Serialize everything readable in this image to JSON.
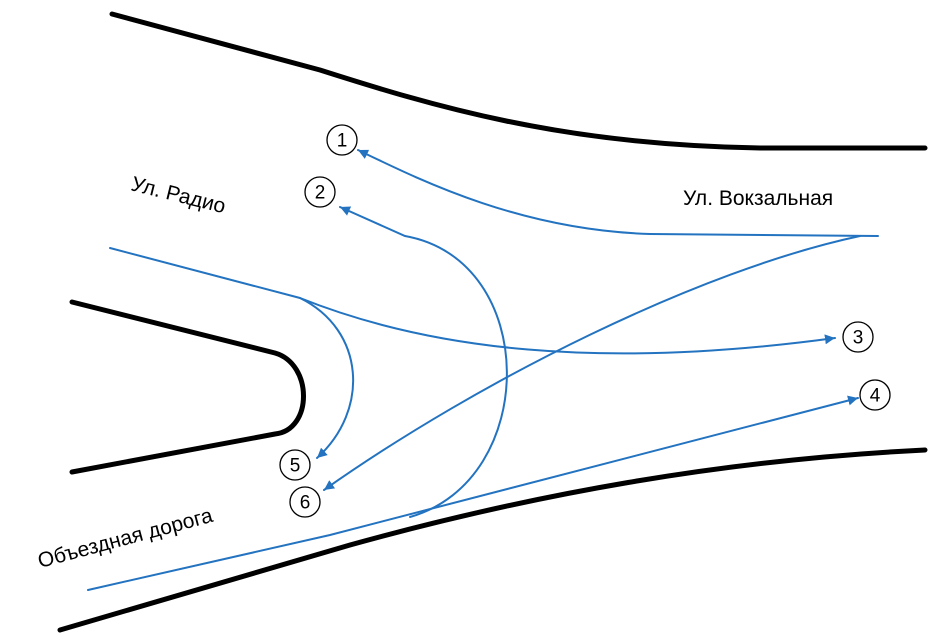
{
  "streets": {
    "radio": "Ул. Радио",
    "vokzalnaya": "Ул. Вокзальная",
    "bypass": "Объездная дорога"
  },
  "markers": [
    "1",
    "2",
    "3",
    "4",
    "5",
    "6"
  ],
  "colors": {
    "road_edge": "#000000",
    "route": "#2373c0",
    "background": "#ffffff"
  }
}
